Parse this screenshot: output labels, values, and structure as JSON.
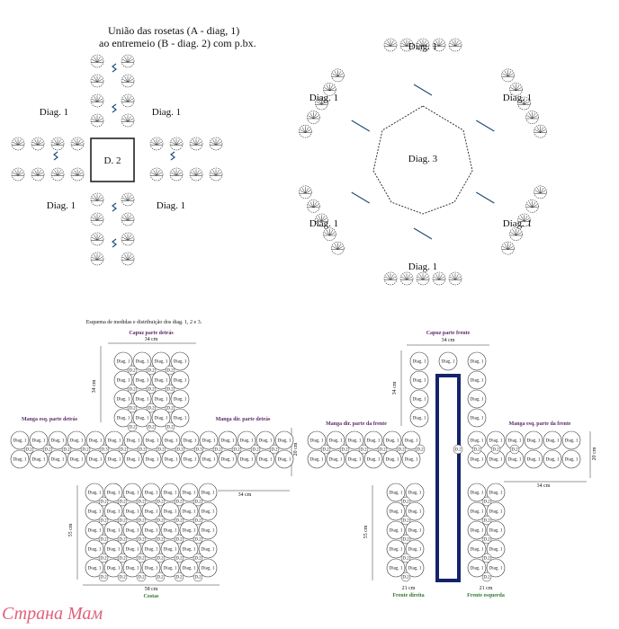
{
  "top_left": {
    "caption_lines": [
      "União das rosetas (A - diag, 1)",
      "ao entremeio (B - diag. 2)  com p.bx."
    ],
    "center": "D. 2",
    "arm_label": "Diag. 1"
  },
  "top_right": {
    "center": "Diag. 3",
    "arm_label": "Diag. 1"
  },
  "schema_title": "Esquema de medidas e distribuição dos diag. 1, 2 e 3.",
  "back": {
    "hood": "Capuz parte detrás",
    "hood_width": "34 cm",
    "hood_height": "34 cm",
    "left_sleeve": "Manga esq. parte detrás",
    "right_sleeve": "Manga dir. parte detrás",
    "sleeve_height": "20 cm",
    "sleeve_width": "34 cm",
    "body_height": "55 cm",
    "body_width": "58 cm",
    "bottom": "Costas",
    "cell": "Diag. 1",
    "joint": "D.2",
    "joint_alt": "D.3"
  },
  "front": {
    "hood": "Capuz parte frente",
    "hood_width": "34 cm",
    "hood_height": "34 cm",
    "left_sleeve": "Manga dir. parte da frente",
    "right_sleeve": "Manga esq. parte da frente",
    "sleeve_height": "20 cm",
    "sleeve_width": "34 cm",
    "body_height": "55 cm",
    "left_width": "21 cm",
    "right_width": "21 cm",
    "left_bottom": "Frente direita",
    "right_bottom": "Frente esquerda",
    "cell": "Diag. 1",
    "joint": "D.2"
  },
  "footer": "Страна Мам",
  "colors": {
    "stitch": "#1f4f7a",
    "band": "#14246b",
    "label_green": "#2e7a2e",
    "label_purple": "#5a2b6a"
  }
}
